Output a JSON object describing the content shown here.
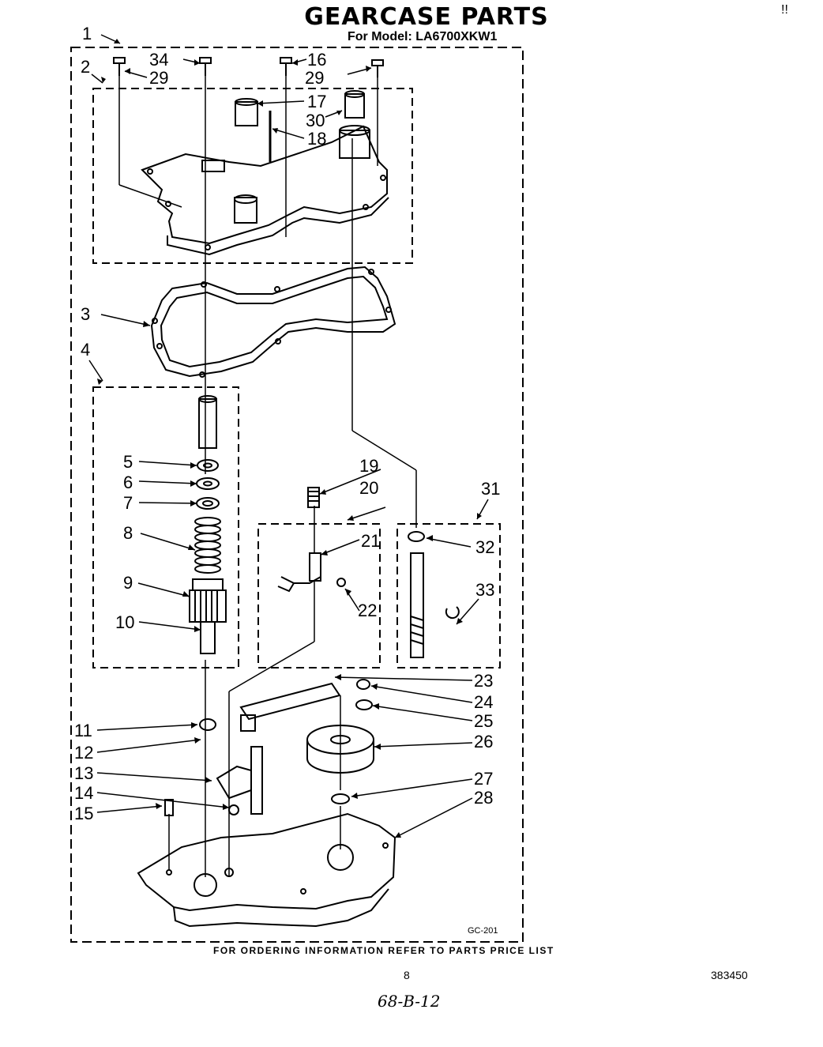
{
  "header": {
    "title": "GEARCASE PARTS",
    "subtitle": "For Model: LA6700XKW1"
  },
  "callouts": [
    {
      "id": "1",
      "text": "1"
    },
    {
      "id": "2",
      "text": "2"
    },
    {
      "id": "3",
      "text": "3"
    },
    {
      "id": "4",
      "text": "4"
    },
    {
      "id": "5",
      "text": "5"
    },
    {
      "id": "6",
      "text": "6"
    },
    {
      "id": "7",
      "text": "7"
    },
    {
      "id": "8",
      "text": "8"
    },
    {
      "id": "9",
      "text": "9"
    },
    {
      "id": "10",
      "text": "10"
    },
    {
      "id": "11",
      "text": "11"
    },
    {
      "id": "12",
      "text": "12"
    },
    {
      "id": "13",
      "text": "13"
    },
    {
      "id": "14",
      "text": "14"
    },
    {
      "id": "15",
      "text": "15"
    },
    {
      "id": "16",
      "text": "16"
    },
    {
      "id": "17",
      "text": "17"
    },
    {
      "id": "18",
      "text": "18"
    },
    {
      "id": "19",
      "text": "19"
    },
    {
      "id": "20",
      "text": "20"
    },
    {
      "id": "21",
      "text": "21"
    },
    {
      "id": "22",
      "text": "22"
    },
    {
      "id": "23",
      "text": "23"
    },
    {
      "id": "24",
      "text": "24"
    },
    {
      "id": "25",
      "text": "25"
    },
    {
      "id": "26",
      "text": "26"
    },
    {
      "id": "27",
      "text": "27"
    },
    {
      "id": "28",
      "text": "28"
    },
    {
      "id": "29a",
      "text": "29"
    },
    {
      "id": "29b",
      "text": "29"
    },
    {
      "id": "30",
      "text": "30"
    },
    {
      "id": "31",
      "text": "31"
    },
    {
      "id": "32",
      "text": "32"
    },
    {
      "id": "33",
      "text": "33"
    },
    {
      "id": "34",
      "text": "34"
    }
  ],
  "footer": {
    "ordering_note": "FOR ORDERING INFORMATION REFER TO PARTS PRICE LIST",
    "page_number": "8",
    "document_number": "383450",
    "drawing_code": "GC-201",
    "handwritten_note": "68-B-12",
    "corner_mark": "!!"
  }
}
